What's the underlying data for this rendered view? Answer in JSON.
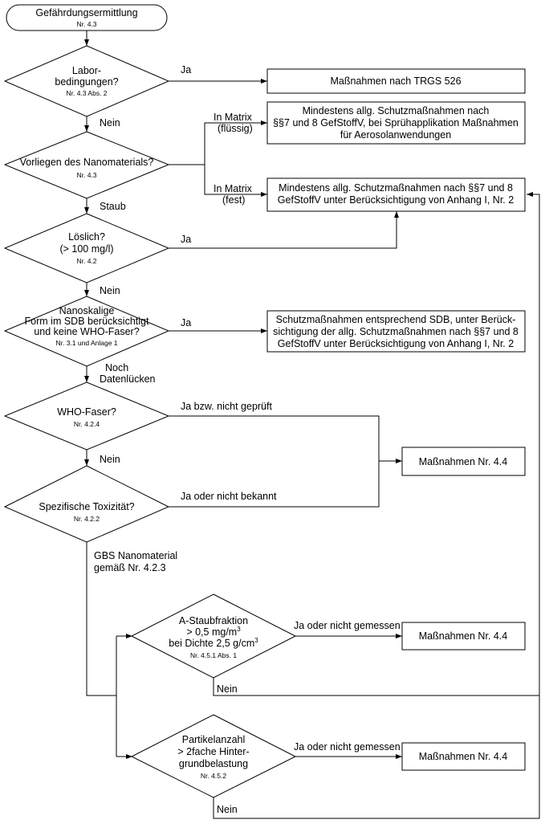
{
  "nodes": {
    "start": {
      "title": "Gefährdungsermittlung",
      "ref": "Nr. 4.3"
    },
    "d_labor": {
      "line1": "Labor-",
      "line2": "bedingungen?",
      "ref": "Nr. 4.3 Abs. 2"
    },
    "b_trgs": {
      "text": "Maßnahmen nach TRGS 526"
    },
    "d_vorliegen": {
      "line1": "Vorliegen des Nanomaterials?",
      "ref": "Nr. 4.3"
    },
    "b_fluessig": {
      "line1": "Mindestens allg. Schutzmaßnahmen nach",
      "line2": "§§7 und 8 GefStoffV, bei Sprühapplikation Maßnahmen",
      "line3": "für Aerosolanwendungen"
    },
    "b_fest": {
      "line1": "Mindestens allg. Schutzmaßnahmen nach §§7 und 8",
      "line2": "GefStoffV unter Berücksichtigung von Anhang I, Nr. 2"
    },
    "d_loeslich": {
      "line1": "Löslich?",
      "line2": "(> 100 mg/l)",
      "ref": "Nr. 4.2"
    },
    "d_sdb": {
      "line1": "Nanoskalige",
      "line2": "Form im SDB berücksichtigt",
      "line3": "und keine WHO-Faser?",
      "ref": "Nr. 3.1 und Anlage 1"
    },
    "b_sdb": {
      "line1": "Schutzmaßnahmen entsprechend SDB, unter Berück-",
      "line2": "sichtigung der allg. Schutzmaßnahmen nach §§7 und 8",
      "line3": "GefStoffV unter Berücksichtigung von Anhang I, Nr. 2"
    },
    "d_who": {
      "line1": "WHO-Faser?",
      "ref": "Nr. 4.2.4"
    },
    "b_44a": {
      "text": "Maßnahmen  Nr. 4.4"
    },
    "d_tox": {
      "line1": "Spezifische Toxizität?",
      "ref": "Nr. 4.2.2"
    },
    "d_astaub": {
      "line1": "A-Staubfraktion",
      "line2_pre": "> 0,5 mg/m",
      "line2_sup": "3",
      "line3_pre": "bei Dichte 2,5 g/cm",
      "line3_sup": "3",
      "ref": "Nr. 4.5.1 Abs. 1"
    },
    "b_44b": {
      "text": "Maßnahmen  Nr. 4.4"
    },
    "d_partikel": {
      "line1": "Partikelanzahl",
      "line2": "> 2fache Hinter-",
      "line3": "grundbelastung",
      "ref": "Nr. 4.5.2"
    },
    "b_44c": {
      "text": "Maßnahmen  Nr. 4.4"
    }
  },
  "edge_labels": {
    "labor_ja": "Ja",
    "labor_nein": "Nein",
    "matrix_fluessig_1": "In Matrix",
    "matrix_fluessig_2": "(flüssig)",
    "matrix_fest_1": "In Matrix",
    "matrix_fest_2": "(fest)",
    "staub": "Staub",
    "loeslich_ja": "Ja",
    "loeslich_nein": "Nein",
    "sdb_ja": "Ja",
    "sdb_noch_1": "Noch",
    "sdb_noch_2": "Datenlücken",
    "who_ja": "Ja bzw. nicht geprüft",
    "who_nein": "Nein",
    "tox_ja": "Ja oder nicht bekannt",
    "gbs_1": "GBS Nanomaterial",
    "gbs_2": "gemäß Nr. 4.2.3",
    "astaub_ja": "Ja oder nicht gemessen",
    "astaub_nein": "Nein",
    "partikel_ja": "Ja oder nicht gemessen",
    "partikel_nein": "Nein"
  }
}
